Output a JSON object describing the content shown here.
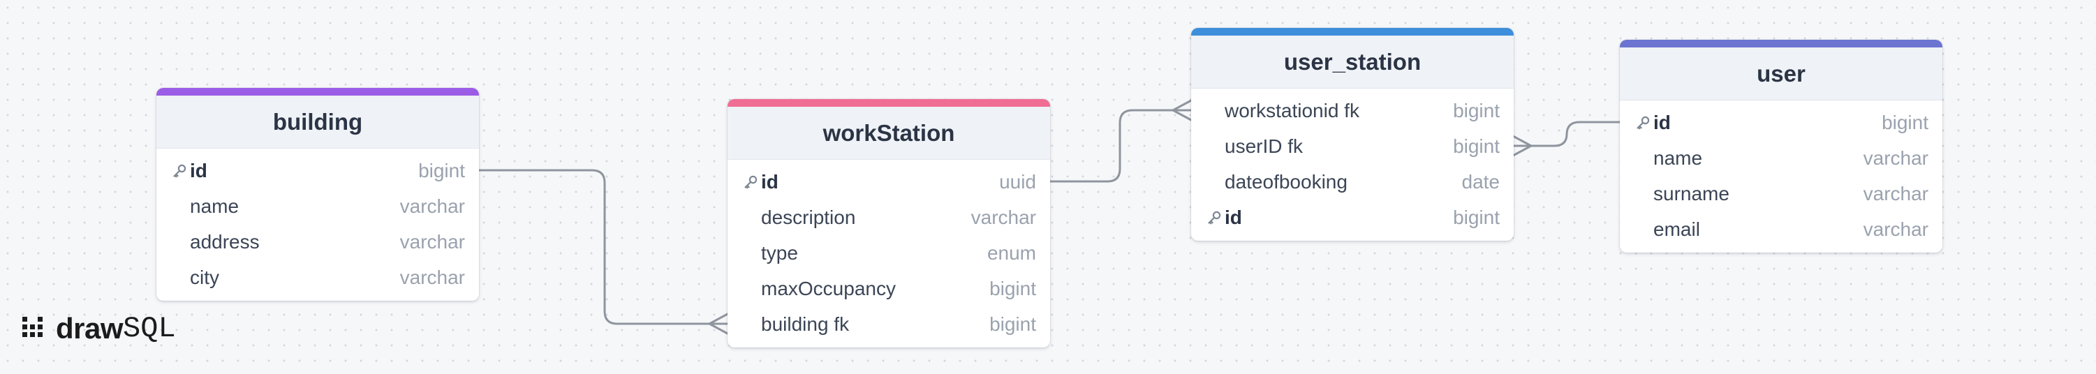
{
  "app": {
    "logo_draw": "draw",
    "logo_sql": "SQL"
  },
  "colors": {
    "building": "#9b5de5",
    "workStation": "#f06d94",
    "user_station": "#3d8fdb",
    "user": "#6b74d0",
    "link": "#8f959e"
  },
  "tables": {
    "building": {
      "title": "building",
      "columns": [
        {
          "name": "id",
          "type": "bigint",
          "pk": true
        },
        {
          "name": "name",
          "type": "varchar",
          "pk": false
        },
        {
          "name": "address",
          "type": "varchar",
          "pk": false
        },
        {
          "name": "city",
          "type": "varchar",
          "pk": false
        }
      ]
    },
    "workStation": {
      "title": "workStation",
      "columns": [
        {
          "name": "id",
          "type": "uuid",
          "pk": true
        },
        {
          "name": "description",
          "type": "varchar",
          "pk": false
        },
        {
          "name": "type",
          "type": "enum",
          "pk": false
        },
        {
          "name": "maxOccupancy",
          "type": "bigint",
          "pk": false
        },
        {
          "name": "building fk",
          "type": "bigint",
          "pk": false
        }
      ]
    },
    "user_station": {
      "title": "user_station",
      "columns": [
        {
          "name": "workstationid fk",
          "type": "bigint",
          "pk": false
        },
        {
          "name": "userID fk",
          "type": "bigint",
          "pk": false
        },
        {
          "name": "dateofbooking",
          "type": "date",
          "pk": false
        },
        {
          "name": "id",
          "type": "bigint",
          "pk": true
        }
      ]
    },
    "user": {
      "title": "user",
      "columns": [
        {
          "name": "id",
          "type": "bigint",
          "pk": true
        },
        {
          "name": "name",
          "type": "varchar",
          "pk": false
        },
        {
          "name": "surname",
          "type": "varchar",
          "pk": false
        },
        {
          "name": "email",
          "type": "varchar",
          "pk": false
        }
      ]
    }
  },
  "relationships": [
    {
      "from": "building.id",
      "to": "workStation.building fk",
      "cardinality": "one-to-many"
    },
    {
      "from": "workStation.id",
      "to": "user_station.workstationid fk",
      "cardinality": "one-to-many"
    },
    {
      "from": "user.id",
      "to": "user_station.userID fk",
      "cardinality": "one-to-many"
    }
  ]
}
